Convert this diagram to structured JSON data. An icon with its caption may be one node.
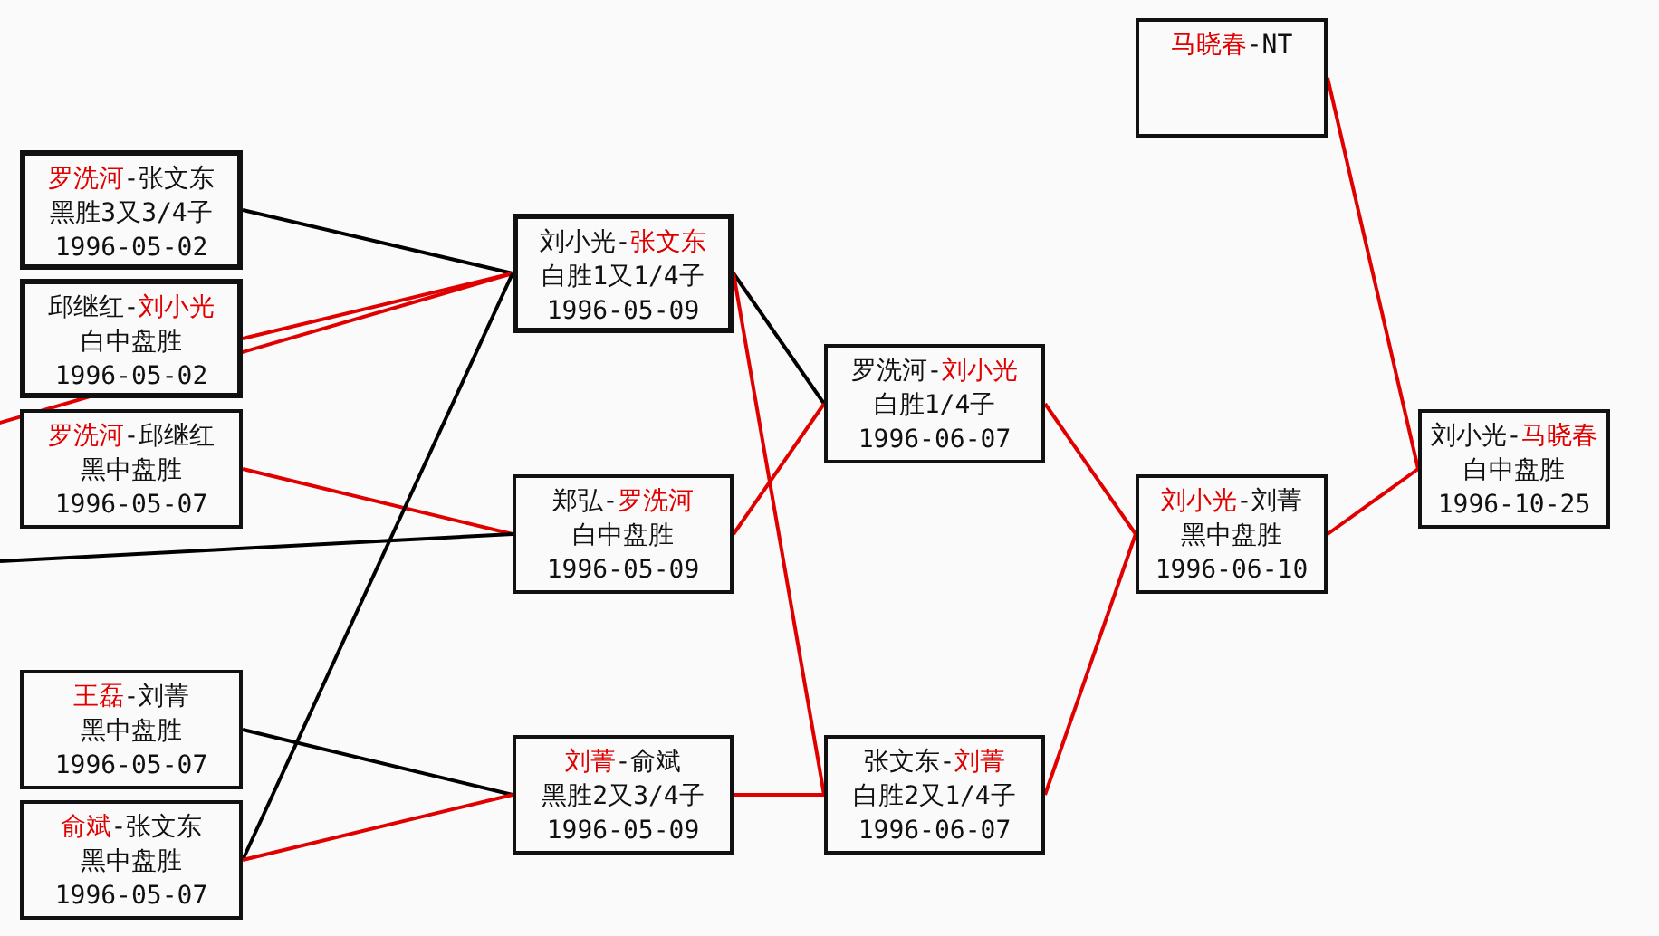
{
  "diagram": {
    "nodes": [
      {
        "text": [
          "**罗洗河**-张文东",
          "黑胜3又3/4子",
          "1996-05-02"
        ]
      },
      {
        "text": [
          "邱继红-**刘小光**",
          "白中盘胜",
          "1996-05-02"
        ]
      },
      {
        "text": [
          "**罗洗河**-邱继红",
          "黑中盘胜",
          "1996-05-07"
        ]
      },
      {
        "text": [
          "**王磊**-刘菁",
          "黑中盘胜",
          "1996-05-07"
        ]
      },
      {
        "text": [
          "**俞斌**-张文东",
          "黑中盘胜",
          "1996-05-07"
        ]
      },
      {
        "text": [
          "刘小光-**张文东**",
          "白胜1又1/4子",
          "1996-05-09"
        ]
      },
      {
        "text": [
          "郑弘-**罗洗河**",
          "白中盘胜",
          "1996-05-09"
        ]
      },
      {
        "text": [
          "**刘菁**-俞斌",
          "黑胜2又3/4子",
          "1996-05-09"
        ]
      },
      {
        "text": [
          "罗洗河-**刘小光**",
          "白胜1/4子",
          "1996-06-07"
        ]
      },
      {
        "text": [
          "张文东-**刘菁**",
          "白胜2又1/4子",
          "1996-06-07"
        ]
      },
      {
        "text": [
          "**马晓春**-NT"
        ]
      },
      {
        "text": [
          "**刘小光**-刘菁",
          "黑中盘胜",
          "1996-06-10"
        ]
      },
      {
        "text": [
          "刘小光-**马晓春**",
          "白中盘胜",
          "1996-10-25"
        ]
      }
    ],
    "edges": [
      {
        "from": 0,
        "to": 5,
        "arrow": "none",
        "color": "#000000"
      },
      {
        "from": 1,
        "to": 5,
        "arrow": "none"
      },
      {
        "from": null,
        "to": 5,
        "arrow": "none"
      },
      {
        "from": 2,
        "to": 6,
        "arrow": "none"
      },
      {
        "from": null,
        "to": 6,
        "arrow": "none",
        "color": "#000000"
      },
      {
        "from": 4,
        "to": 5,
        "arrow": "none",
        "color": "#000000"
      },
      {
        "from": 3,
        "to": 7,
        "arrow": "none",
        "color": "#000000"
      },
      {
        "from": 4,
        "to": 7,
        "arrow": "none"
      },
      {
        "from": 5,
        "to": 8,
        "arrow": "none",
        "color": "#000000"
      },
      {
        "from": 5,
        "to": 9,
        "arrow": "none"
      },
      {
        "from": 6,
        "to": 8,
        "arrow": "none"
      },
      {
        "from": 7,
        "to": 9,
        "arrow": "none"
      },
      {
        "from": 8,
        "to": 11,
        "arrow": "none"
      },
      {
        "from": 9,
        "to": 11,
        "arrow": "none"
      },
      {
        "from": 10,
        "to": 12,
        "arrow": "none"
      },
      {
        "from": 11,
        "to": 12,
        "arrow": "none"
      }
    ]
  }
}
